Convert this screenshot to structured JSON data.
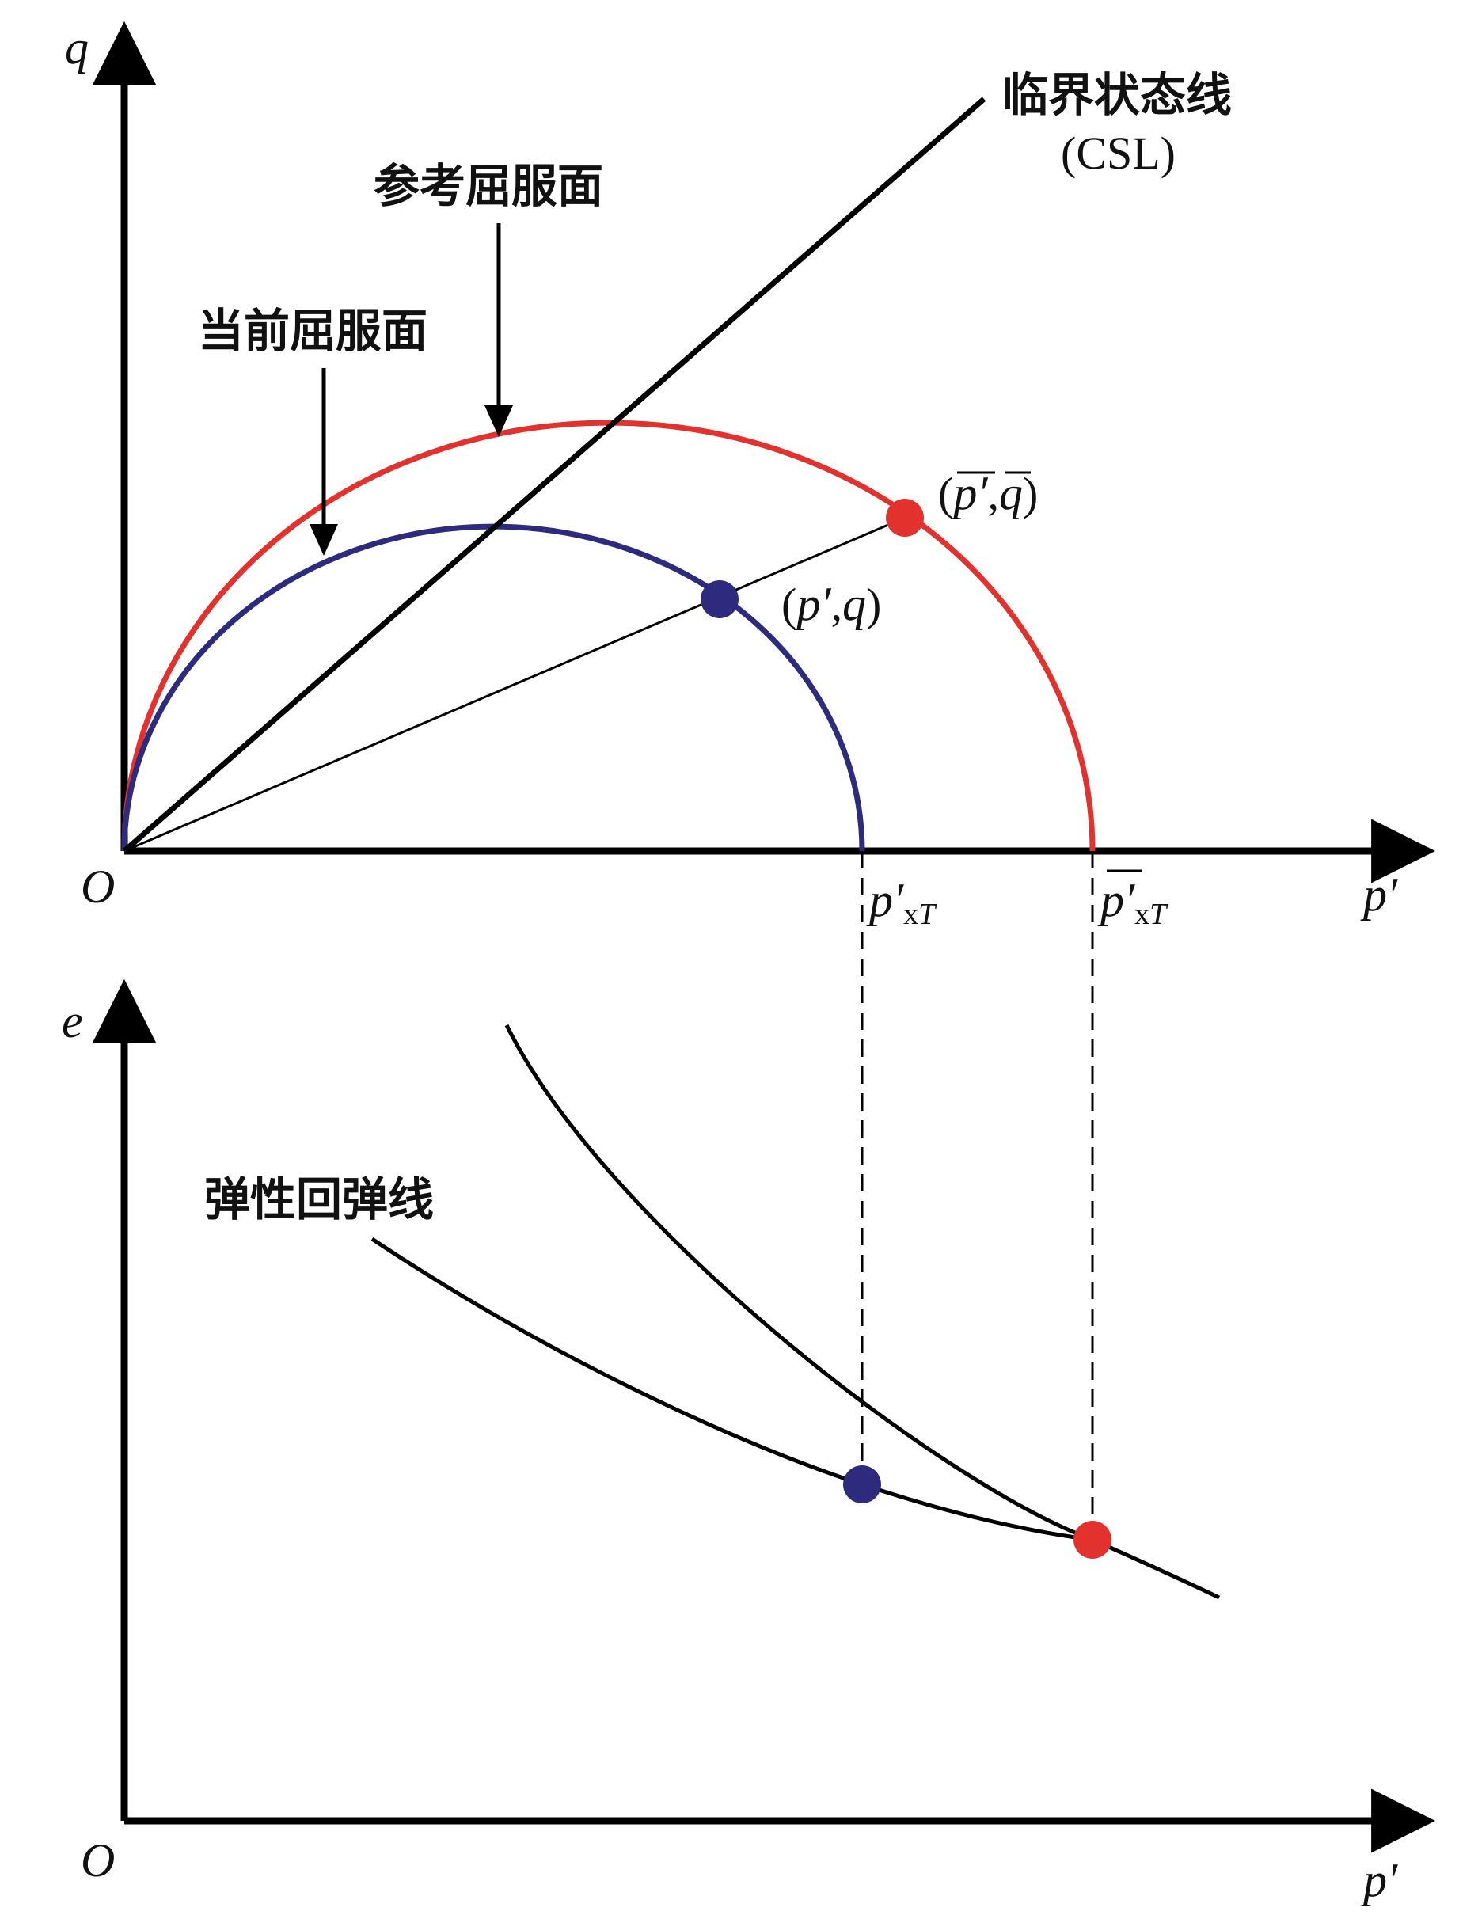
{
  "labels": {
    "top_axis_y": "q",
    "top_axis_x": "p′",
    "top_origin": "O",
    "bottom_axis_y": "e",
    "bottom_axis_x": "p′",
    "bottom_origin": "O",
    "csl_cn": "临界状态线",
    "csl_en": "(CSL)",
    "reference_surface": "参考屈服面",
    "current_surface": "当前屈服面",
    "point_reference": {
      "open": "(",
      "p": "p′",
      "comma": ",",
      "q": "q",
      "close": ")"
    },
    "point_current": {
      "open": "(",
      "p": "p′",
      "comma": ",",
      "q": "q",
      "close": ")"
    },
    "pxT": {
      "base": "p′",
      "sub_x": "x",
      "sub_T": "T"
    },
    "pxT_bar": {
      "base": "p′",
      "sub_x": "x",
      "sub_T": "T"
    },
    "unloading_line": "弹性回弹线"
  },
  "colors": {
    "axis": "#000000",
    "reference_surface": "#e3312d",
    "current_surface": "#2e2b7e",
    "csl": "#000000"
  },
  "icons": {
    "arrow_reference": "arrow-down-icon",
    "arrow_current": "arrow-down-icon"
  }
}
